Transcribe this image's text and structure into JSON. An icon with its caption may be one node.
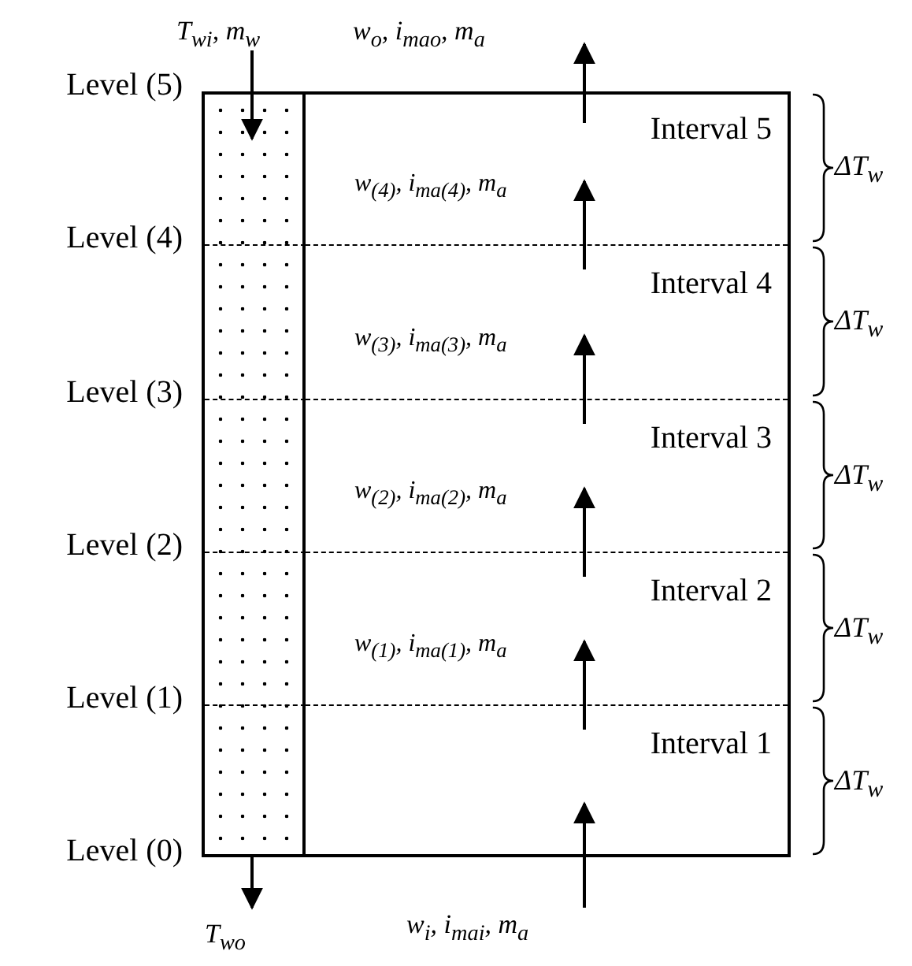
{
  "diagram": {
    "nodes": [
      {
        "text": [
          "T$_{wi}$, m$_{w}$"
        ]
      },
      {
        "text": [
          "w$_{o}$, i$_{mao}$, m$_{a}$"
        ]
      },
      {
        "text": [],
        "shape": "box"
      },
      {
        "text": [
          "Interval 5"
        ],
        "in": 2,
        "beside": [
          "ΔT$_{w}$"
        ]
      },
      {
        "text": [
          "Interval 4"
        ],
        "in": 2,
        "beside": [
          "ΔT$_{w}$"
        ]
      },
      {
        "text": [
          "Interval 3"
        ],
        "in": 2,
        "beside": [
          "ΔT$_{w}$"
        ]
      },
      {
        "text": [
          "Interval 2"
        ],
        "in": 2,
        "beside": [
          "ΔT$_{w}$"
        ]
      },
      {
        "text": [
          "Interval 1"
        ],
        "in": 2,
        "beside": [
          "ΔT$_{w}$"
        ]
      },
      {
        "text": [],
        "shape": "bar",
        "in": 2
      },
      {
        "text": [
          "T$_{wo}$"
        ]
      },
      {
        "text": [
          "w$_{i}$, i$_{mai}$, m$_{a}$"
        ]
      }
    ],
    "edges": [
      {
        "from": 0,
        "to": 8,
        "arrow": "to"
      },
      {
        "from": 8,
        "to": 9,
        "arrow": "to"
      },
      {
        "from": 10,
        "to": 7,
        "arrow": "to"
      },
      {
        "from": 7,
        "to": 6,
        "arrow": "to",
        "label": "w$_{(1)}$, i$_{ma(1)}$, m$_{a}$"
      },
      {
        "from": 6,
        "to": 5,
        "arrow": "to",
        "label": "w$_{(2)}$, i$_{ma(2)}$, m$_{a}$"
      },
      {
        "from": 5,
        "to": 4,
        "arrow": "to",
        "label": "w$_{(3)}$, i$_{ma(3)}$, m$_{a}$"
      },
      {
        "from": 4,
        "to": 3,
        "arrow": "to",
        "label": "w$_{(4)}$, i$_{ma(4)}$, m$_{a}$"
      },
      {
        "from": 3,
        "to": 1,
        "arrow": "to"
      }
    ],
    "labels": [
      "Level (5)",
      "Level (4)",
      "Level (3)",
      "Level (2)",
      "Level (1)",
      "Level (0)"
    ]
  }
}
